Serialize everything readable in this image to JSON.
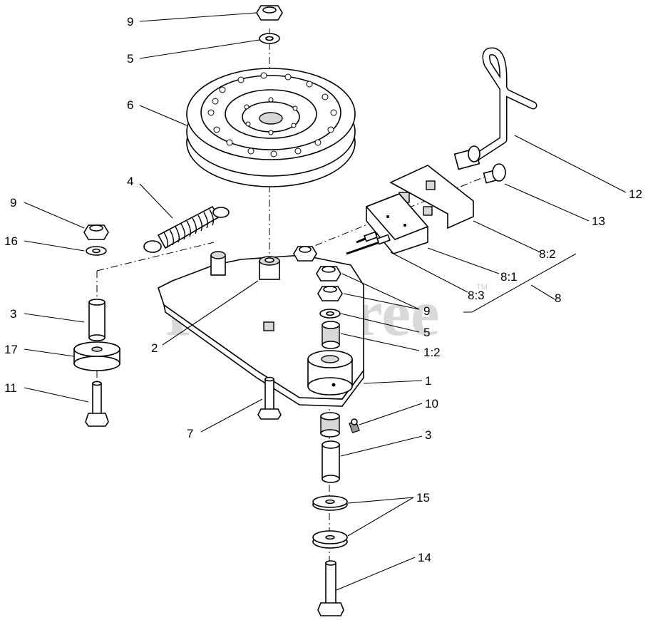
{
  "watermark": {
    "text": "PartsTree",
    "trademark": "TM"
  },
  "callouts": [
    {
      "id": "c9-top",
      "text": "9"
    },
    {
      "id": "c5-top",
      "text": "5"
    },
    {
      "id": "c6",
      "text": "6"
    },
    {
      "id": "c4",
      "text": "4"
    },
    {
      "id": "c9-left",
      "text": "9"
    },
    {
      "id": "c16",
      "text": "16"
    },
    {
      "id": "c3-left",
      "text": "3"
    },
    {
      "id": "c17",
      "text": "17"
    },
    {
      "id": "c11",
      "text": "11"
    },
    {
      "id": "c2",
      "text": "2"
    },
    {
      "id": "c7",
      "text": "7"
    },
    {
      "id": "c12",
      "text": "12"
    },
    {
      "id": "c13",
      "text": "13"
    },
    {
      "id": "c8-2",
      "text": "8:2"
    },
    {
      "id": "c8-1",
      "text": "8:1"
    },
    {
      "id": "c8",
      "text": "8"
    },
    {
      "id": "c8-3",
      "text": "8:3"
    },
    {
      "id": "c9-right",
      "text": "9"
    },
    {
      "id": "c5-right",
      "text": "5"
    },
    {
      "id": "c1-2",
      "text": "1:2"
    },
    {
      "id": "c1",
      "text": "1"
    },
    {
      "id": "c10",
      "text": "10"
    },
    {
      "id": "c3-right",
      "text": "3"
    },
    {
      "id": "c15",
      "text": "15"
    },
    {
      "id": "c14",
      "text": "14"
    }
  ]
}
